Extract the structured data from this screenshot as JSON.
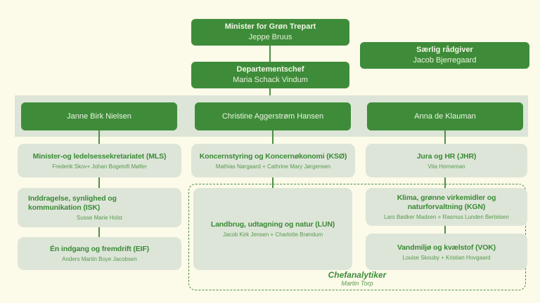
{
  "colors": {
    "background": "#fcfae9",
    "accent_green": "#3e8c3a",
    "light_box": "#dde5d8",
    "connector": "#4d8f45",
    "title_text": "#3a8a36",
    "subtitle_text": "#57994f"
  },
  "nodes": {
    "minister": {
      "title": "Minister for Grøn Trepart",
      "subtitle": "Jeppe Bruus"
    },
    "departementschef": {
      "title": "Departementschef",
      "subtitle": "Maria Schack Vindum"
    },
    "saerlig_raadgiver": {
      "title": "Særlig rådgiver",
      "subtitle": "Jacob Bjerregaard"
    },
    "heads": [
      {
        "name": "Janne Birk Nielsen"
      },
      {
        "name": "Christine Aggerstrøm Hansen"
      },
      {
        "name": "Anna de Klauman"
      }
    ],
    "units": {
      "mls": {
        "title": "Minister-og ledelsessekretariatet (MLS)",
        "subtitle": "Frederik Skov+ Johan Bogetoft Møller"
      },
      "isk": {
        "title": "Inddragelse, synlighed og kommunikation (ISK)",
        "subtitle": "Susse Marie Holst"
      },
      "eif": {
        "title": "Én indgang og fremdrift (EIF)",
        "subtitle": "Anders Martin Boye Jacobsen"
      },
      "ksoe": {
        "title": "Koncernstyring og Koncernøkonomi (KSØ)",
        "subtitle": "Mathias Nørgaard + Cathrine Mary Jørgensen"
      },
      "lun": {
        "title": "Landbrug, udtagning og natur (LUN)",
        "subtitle": "Jacob Kirk Jensen + Charlotte Brøndum"
      },
      "jhr": {
        "title": "Jura og HR (JHR)",
        "subtitle": "Vita Horneman"
      },
      "kgn": {
        "title": "Klima, grønne virkemidler og naturforvaltning (KGN)",
        "subtitle": "Lars Bødker Madsen + Rasmus Lunden Bertelsen"
      },
      "vok": {
        "title": "Vandmiljø og kvælstof (VOK)",
        "subtitle": "Louise Skouby + Kristian Hovgaard"
      }
    },
    "chefanalytiker": {
      "title": "Chefanalytiker",
      "subtitle": "Martin Torp"
    }
  }
}
